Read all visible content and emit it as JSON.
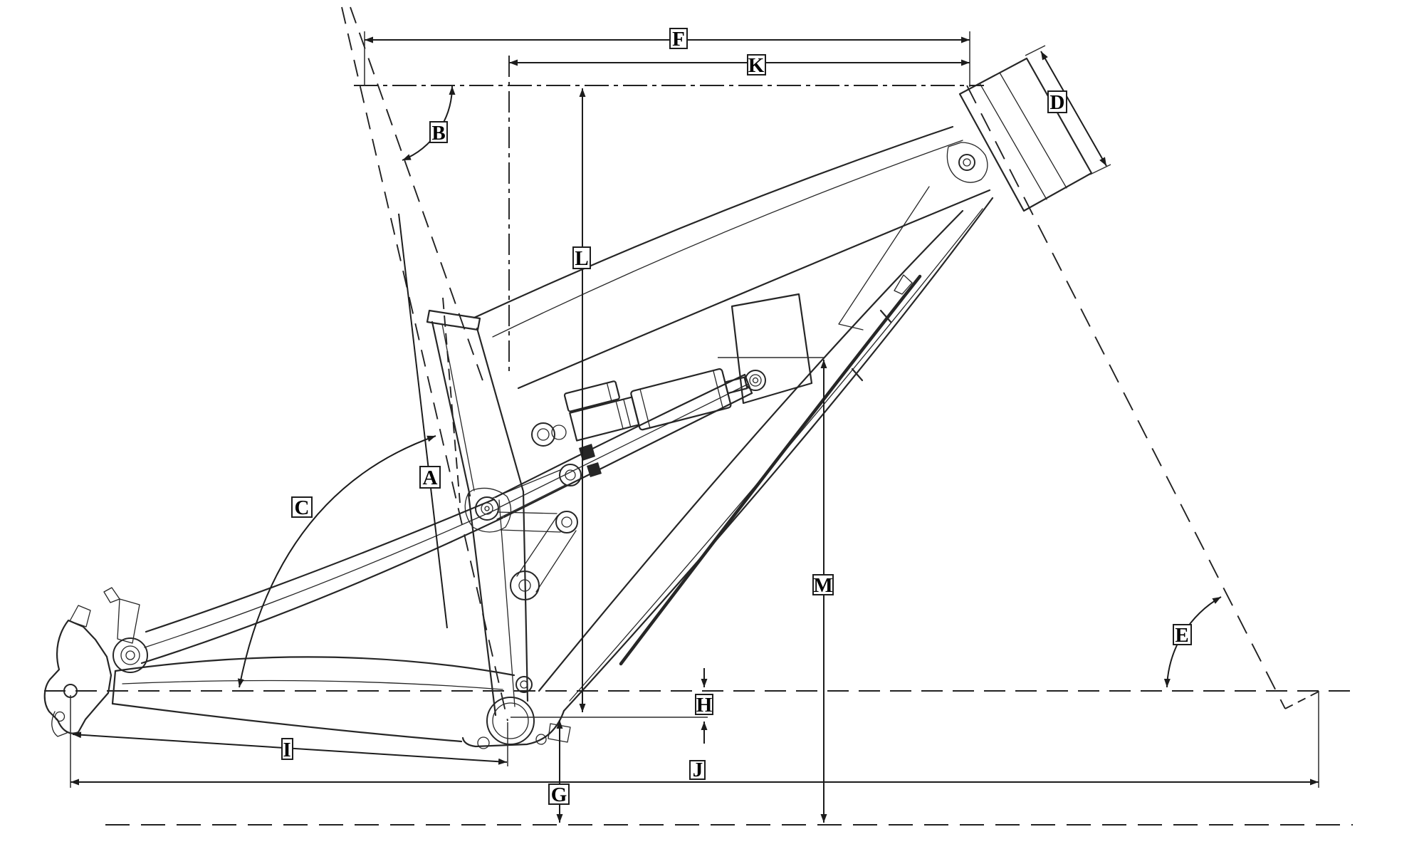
{
  "diagram": {
    "background": "#ffffff",
    "line_color": "#1f1f1f",
    "label_text_color": "#000000",
    "labels": {
      "A": "A",
      "B": "B",
      "C": "C",
      "D": "D",
      "E": "E",
      "F": "F",
      "G": "G",
      "H": "H",
      "I": "I",
      "J": "J",
      "K": "K",
      "L": "L",
      "M": "M"
    }
  }
}
